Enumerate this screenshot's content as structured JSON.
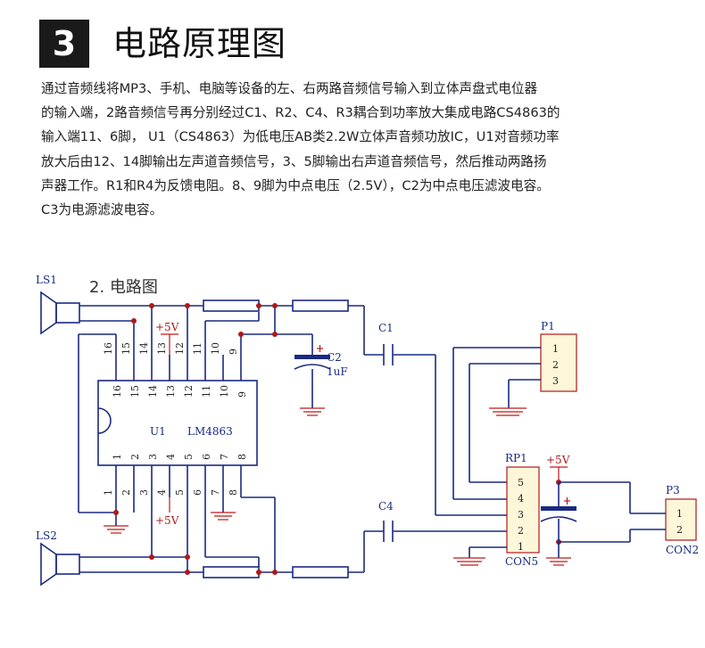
{
  "header": {
    "section_number": "3",
    "title": "电路原理图"
  },
  "description": {
    "lines": [
      "通过音频线将MP3、手机、电脑等设备的左、右两路音频信号输入到立体声盘式电位器",
      "的输入端，2路音频信号再分别经过C1、R2、C4、R3耦合到功率放大集成电路CS4863的",
      "输入端11、6脚， U1（CS4863）为低电压AB类2.2W立体声音频功放IC，U1对音频功率",
      "放大后由12、14脚输出左声道音频信号，3、5脚输出右声道音频信号，然后推动两路扬",
      "声器工作。R1和R4为反馈电阻。8、9脚为中点电压（2.5V），C2为中点电压滤波电容。",
      "C3为电源滤波电容。"
    ]
  },
  "schematic": {
    "caption": "2. 电路图",
    "speaker_top": "LS1",
    "speaker_bottom": "LS2",
    "ic_ref": "U1",
    "ic_part": "LM4863",
    "cap_c1": "C1",
    "cap_c2": "C2",
    "cap_c2_value": "1uF",
    "cap_c4": "C4",
    "supply_top": "+5V",
    "supply_bottom": "+5V",
    "supply_right": "+5V",
    "pot_ref": "RP1",
    "pot_part": "CON5",
    "conn_p1": "P1",
    "conn_p3": "P3",
    "conn_p3_part": "CON2",
    "ic_top_pins": [
      "16",
      "15",
      "14",
      "13",
      "12",
      "11",
      "10",
      "9"
    ],
    "ic_bottom_pins": [
      "1",
      "2",
      "3",
      "4",
      "5",
      "6",
      "7",
      "8"
    ],
    "p1_pins": [
      "1",
      "2",
      "3"
    ],
    "rp1_pins": [
      "5",
      "4",
      "3",
      "2",
      "1"
    ],
    "p3_pins": [
      "1",
      "2"
    ]
  }
}
